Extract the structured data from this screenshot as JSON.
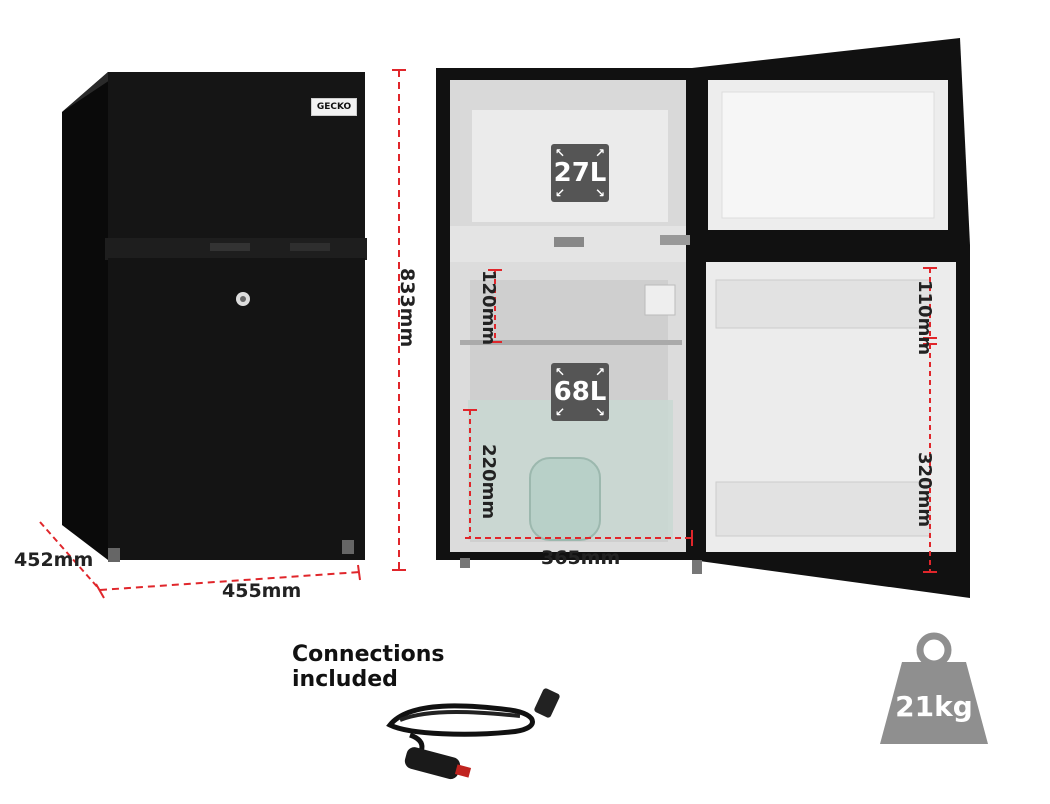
{
  "brand": {
    "logo_text": "GECKO"
  },
  "dimensions": {
    "height": "833mm",
    "width": "455mm",
    "depth": "452mm",
    "interior_width": "365mm",
    "shelf_spacing_upper": "120mm",
    "shelf_spacing_lower": "220mm",
    "door_upper": "110mm",
    "door_lower": "320mm"
  },
  "capacities": {
    "freezer": "27L",
    "fridge": "68L"
  },
  "connections": {
    "line1": "Connections",
    "line2": "included"
  },
  "weight": {
    "value": "21kg"
  },
  "colors": {
    "dimension_line": "#e0262b",
    "badge_gray": "#555555",
    "weight_gray": "#8f8f8f",
    "fridge_body": "#141414"
  }
}
